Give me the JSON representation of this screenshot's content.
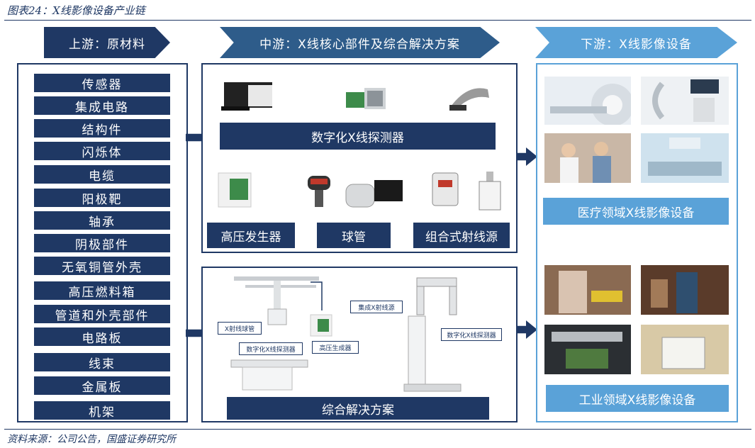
{
  "figure_title": "图表24：X线影像设备产业链",
  "source": "资料来源：公司公告，国盛证券研究所",
  "stages": {
    "upstream": "上游：原材料",
    "midstream": "中游：X线核心部件及综合解决方案",
    "downstream": "下游：X线影像设备"
  },
  "materials": [
    "传感器",
    "集成电路",
    "结构件",
    "闪烁体",
    "电缆",
    "阳极靶",
    "轴承",
    "阴极部件",
    "无氧铜管外壳",
    "高压燃料箱",
    "管道和外壳部件",
    "电路板",
    "线束",
    "金属板",
    "机架"
  ],
  "midstream": {
    "detector": "数字化X线探测器",
    "generator": "高压发生器",
    "tube": "球管",
    "source_combo": "组合式射线源",
    "solution": "综合解决方案",
    "tags": {
      "tube": "X射线球管",
      "detector_a": "数字化X线探测器",
      "generator": "高压生成器",
      "source": "集成X射线源",
      "detector_b": "数字化X线探测器"
    }
  },
  "downstream": {
    "medical": "医疗领域X线影像设备",
    "industrial": "工业领域X线影像设备"
  },
  "colors": {
    "navy": "#1f3864",
    "mid_blue": "#2e5c8a",
    "light_blue": "#5aa2d8"
  }
}
